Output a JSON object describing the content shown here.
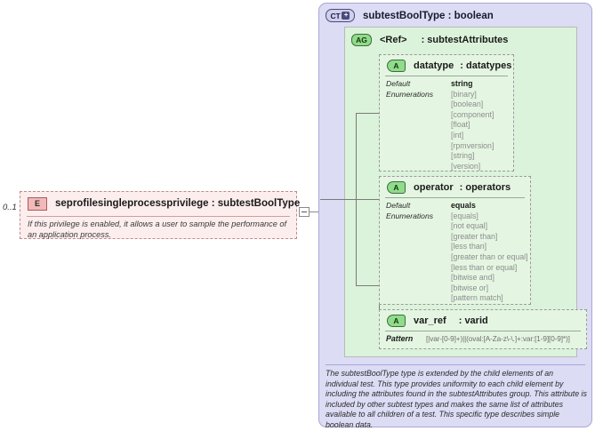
{
  "element": {
    "badge": "E",
    "cardinality": "0..1",
    "name": "seprofilesingleprocessprivilege",
    "separator": ":",
    "type": "subtestBoolType",
    "title": "seprofilesingleprocessprivilege : subtestBoolType",
    "documentation": "If this privilege is enabled, it allows a user to sample the performance of an application process."
  },
  "complex_type": {
    "badge": "CT",
    "badge_expander": "+",
    "title": "subtestBoolType : boolean",
    "name": "subtestBoolType",
    "base": "boolean",
    "documentation": "The subtestBoolType type is extended by the child elements of an individual test.  This type provides uniformity to each child element by including the attributes found in the subtestAttributes group.  This attribute is included by other subtest types and makes the same list of attributes available to all children of a test.  This specific type describes simple boolean data."
  },
  "attribute_group": {
    "badge": "AG",
    "ref_label": "<Ref>",
    "type_label": ": subtestAttributes",
    "name": "subtestAttributes"
  },
  "attributes": [
    {
      "badge": "A",
      "name": "datatype",
      "separator": ":",
      "type": "datatypes",
      "facets": [
        {
          "label": "Default",
          "kind": "default",
          "value": "string"
        },
        {
          "label": "Enumerations",
          "kind": "enumerations",
          "values": [
            "[binary]",
            "[boolean]",
            "[component]",
            "[float]",
            "[int]",
            "[rpmversion]",
            "[string]",
            "[version]"
          ]
        }
      ]
    },
    {
      "badge": "A",
      "name": "operator",
      "separator": ":",
      "type": "operators",
      "facets": [
        {
          "label": "Default",
          "kind": "default",
          "value": "equals"
        },
        {
          "label": "Enumerations",
          "kind": "enumerations",
          "values": [
            "[equals]",
            "[not equal]",
            "[greater than]",
            "[less than]",
            "[greater than or equal]",
            "[less than or equal]",
            "[bitwise and]",
            "[bitwise or]",
            "[pattern match]"
          ]
        }
      ]
    },
    {
      "badge": "A",
      "name": "var_ref",
      "separator": ":",
      "type": "varid",
      "pattern_label": "Pattern",
      "pattern_value": "[|var-[0-9]+)||(oval:[A-Za-z\\-\\.]+:var:[1-9][0-9]*)]"
    }
  ],
  "colors": {
    "element_fill": "#fdeeee",
    "element_border": "#c08a8a",
    "complextype_fill": "#dcdcf5",
    "complextype_border": "#a9a6d6",
    "group_fill": "#dbf3da",
    "attribute_fill": "#e4f6e2",
    "badge_green": "#8fdc8a",
    "badge_pink": "#f2b9b9"
  }
}
